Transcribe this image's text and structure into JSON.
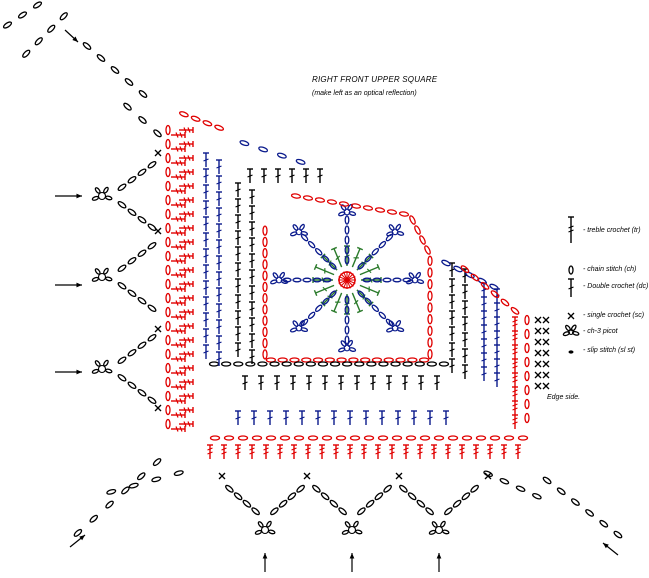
{
  "diagram": {
    "title": "RIGHT FRONT UPPER SQUARE",
    "subtitle": "(make left as an optical reflection)",
    "edge_label": "Edge side.",
    "colors": {
      "black": "#000000",
      "red": "#e00000",
      "blue": "#0a1a8c",
      "green": "#2a7a2a"
    }
  },
  "legend": {
    "items": [
      {
        "icon": "treble-crochet-icon",
        "label": "- treble crochet (tr)"
      },
      {
        "icon": "chain-stitch-icon",
        "label": "- chain stitch (ch)"
      },
      {
        "icon": "double-crochet-icon",
        "label": "- Double crochet (dc)"
      },
      {
        "icon": "single-crochet-icon",
        "label": "- single crochet (sc)"
      },
      {
        "icon": "picot-icon",
        "label": "- ch-3 picot"
      },
      {
        "icon": "slip-stitch-icon",
        "label": "- slip stitch (sl st)"
      }
    ]
  }
}
